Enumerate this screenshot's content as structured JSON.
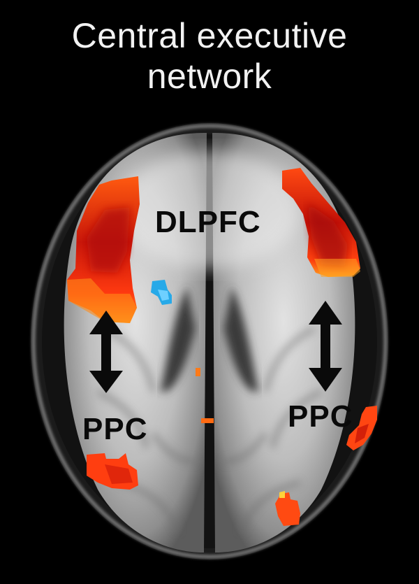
{
  "figure": {
    "title_line1": "Central executive",
    "title_line2": "network",
    "labels": {
      "dlpfc": "DLPFC",
      "ppc_left": "PPC",
      "ppc_right": "PPC"
    },
    "colors": {
      "background": "#000000",
      "activation_hot": "#ff3a10",
      "activation_core": "#c41208",
      "activation_edge": "#ffa020",
      "activation_cool": "#27a9e8",
      "arrow": "#0a0a0a"
    }
  }
}
